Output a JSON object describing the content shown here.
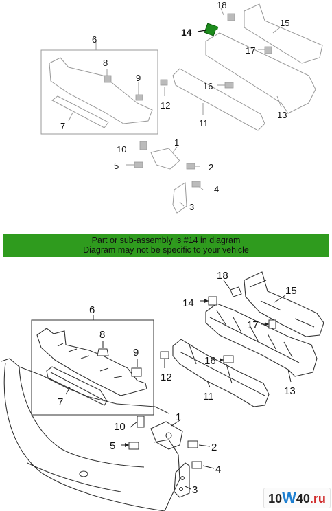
{
  "banner": {
    "line1": "Part or sub-assembly is #14 in diagram",
    "line2": "Diagram may not be specific to your vehicle"
  },
  "watermark": {
    "a": "10",
    "b": "W",
    "c": "40",
    "d": ".ru"
  },
  "highlight_part": "14",
  "colors": {
    "banner": "#2f9b1e",
    "highlight_bolt": "#1c8a1c",
    "line": "#333333",
    "faded_label": "#888888"
  },
  "parts": {
    "p1": "1",
    "p2": "2",
    "p3": "3",
    "p4": "4",
    "p5": "5",
    "p6": "6",
    "p7": "7",
    "p8": "8",
    "p9": "9",
    "p10": "10",
    "p11": "11",
    "p12": "12",
    "p13": "13",
    "p14": "14",
    "p15": "15",
    "p16": "16",
    "p17": "17",
    "p18": "18"
  }
}
